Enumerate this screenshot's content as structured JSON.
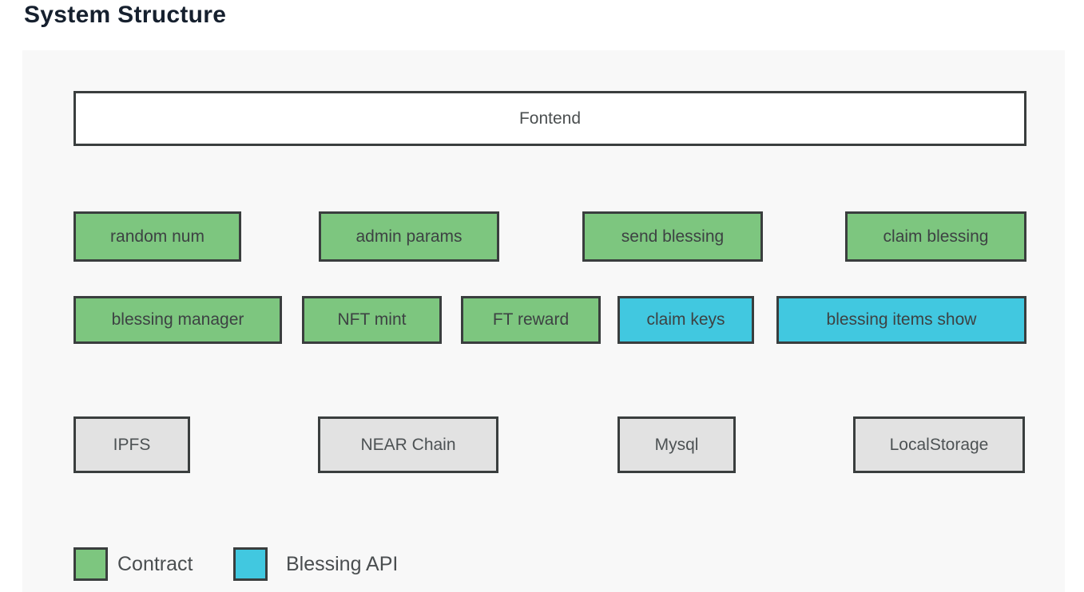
{
  "title": "System Structure",
  "colors": {
    "contract_green": "#7dc67f",
    "blessing_api_cyan": "#41c8e0",
    "infrastructure_gray": "#e2e2e2",
    "frontend_white": "#ffffff",
    "box_border": "#3a3e3e",
    "panel_background": "#f8f8f8",
    "title_text": "#16202e"
  },
  "diagram": {
    "frontend": {
      "label": "Fontend",
      "type": "frontend"
    },
    "row1": [
      {
        "label": "random num",
        "type": "contract"
      },
      {
        "label": "admin params",
        "type": "contract"
      },
      {
        "label": "send blessing",
        "type": "contract"
      },
      {
        "label": "claim blessing",
        "type": "contract"
      }
    ],
    "row2": [
      {
        "label": "blessing manager",
        "type": "contract"
      },
      {
        "label": "NFT mint",
        "type": "contract"
      },
      {
        "label": "FT reward",
        "type": "contract"
      },
      {
        "label": "claim keys",
        "type": "blessing_api"
      },
      {
        "label": "blessing items show",
        "type": "blessing_api"
      }
    ],
    "row3": [
      {
        "label": "IPFS",
        "type": "infrastructure"
      },
      {
        "label": "NEAR Chain",
        "type": "infrastructure"
      },
      {
        "label": "Mysql",
        "type": "infrastructure"
      },
      {
        "label": "LocalStorage",
        "type": "infrastructure"
      }
    ]
  },
  "legend": [
    {
      "label": "Contract",
      "type": "contract"
    },
    {
      "label": "Blessing API",
      "type": "blessing_api"
    }
  ]
}
